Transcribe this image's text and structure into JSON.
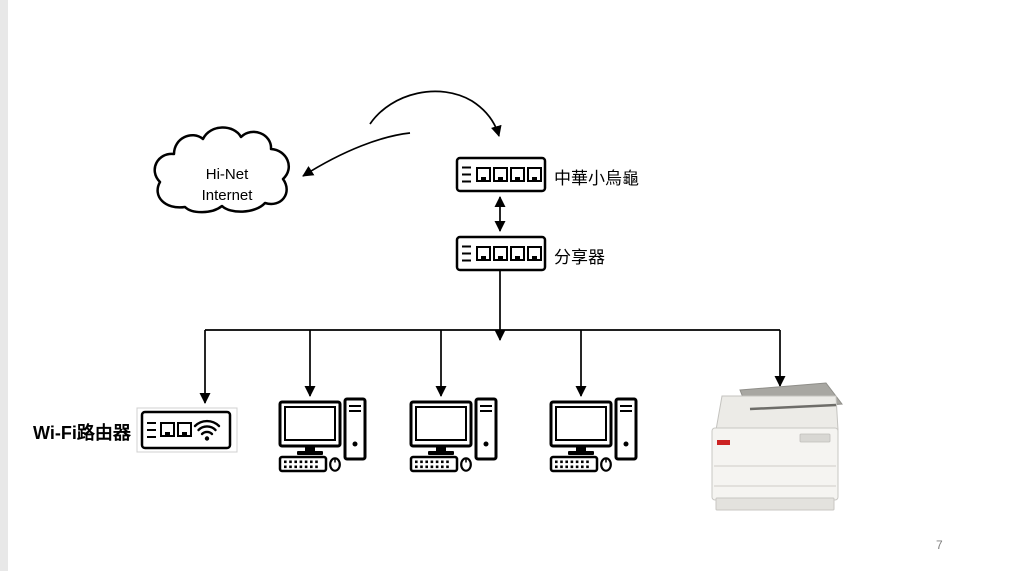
{
  "slide": {
    "page_number": "7",
    "cloud": {
      "line1": "Hi-Net",
      "line2": "Internet"
    },
    "devices": {
      "modem_label": "中華小烏龜",
      "switch_label": "分享器",
      "wifi_router_label": "Wi-Fi路由器"
    },
    "icons": [
      "cloud-icon",
      "curved-arrow-to-modem",
      "curved-arrow-to-cloud",
      "modem-switch-icon",
      "lan-switch-icon",
      "wifi-router-icon",
      "wifi-signal-icon",
      "desktop-pc-icon",
      "printer-icon"
    ],
    "colors": {
      "stroke": "#000000",
      "background": "#ffffff",
      "slide_edge": "#e8e8e8",
      "page_number": "#7f7f7f",
      "printer_accent": "#cc2222"
    }
  }
}
